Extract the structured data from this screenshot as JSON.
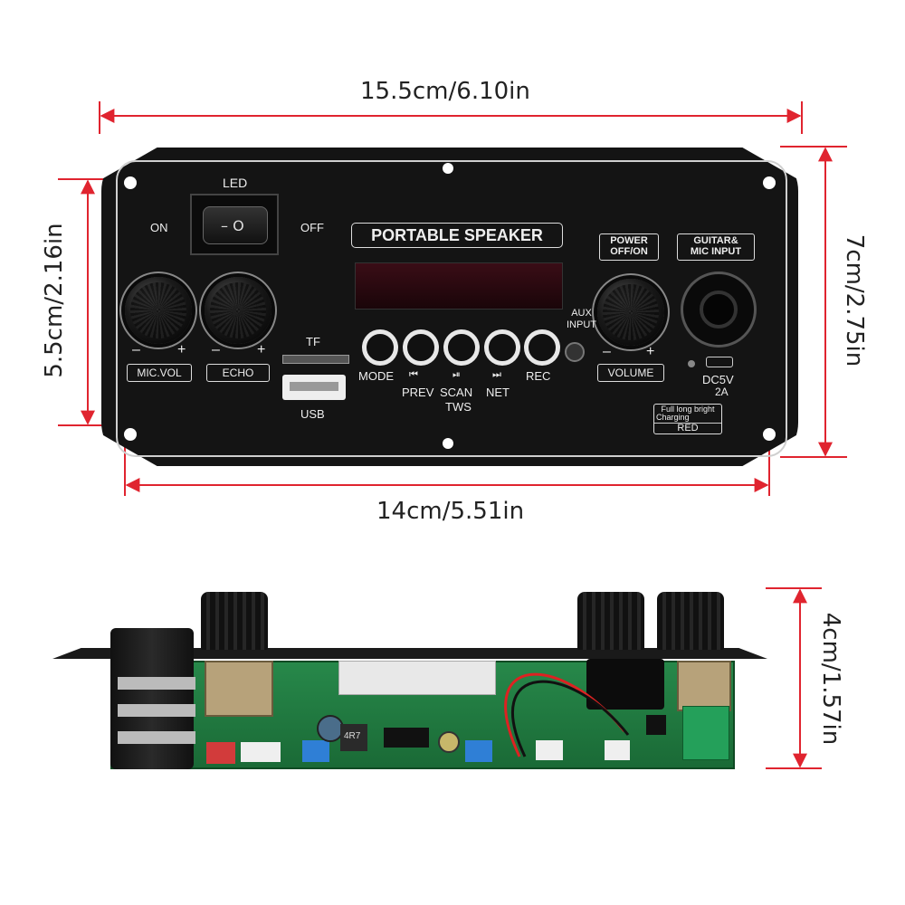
{
  "dimensions": {
    "width_top": "15.5cm/6.10in",
    "height_left": "5.5cm/2.16in",
    "height_right": "7cm/2.75in",
    "width_bottom": "14cm/5.51in",
    "depth_right": "4cm/1.57in"
  },
  "panel": {
    "led_label": "LED",
    "on_label": "ON",
    "off_label": "OFF",
    "switch_symbols": "– O",
    "title": "PORTABLE SPEAKER",
    "power_label_1": "POWER",
    "power_label_2": "OFF/ON",
    "guitar_label_1": "GUITAR&",
    "guitar_label_2": "MIC INPUT",
    "aux_1": "AUX",
    "aux_2": "INPUT",
    "mic_vol": "MIC.VOL",
    "echo": "ECHO",
    "volume": "VOLUME",
    "minus": "–",
    "plus": "+",
    "tf": "TF",
    "usb": "USB",
    "mode": "MODE",
    "prev": "PREV",
    "scan": "SCAN",
    "tws": "TWS",
    "net": "NET",
    "rec": "REC",
    "dc_1": "DC5V",
    "dc_2": "2A",
    "charge_1": "Full long bright",
    "charge_2": "Charging",
    "charge_3": "RED"
  },
  "pcb": {
    "inductor": "4R7"
  },
  "colors": {
    "dimension_line": "#e0242f",
    "panel": "#141414",
    "pcb": "#1f7a3c"
  }
}
